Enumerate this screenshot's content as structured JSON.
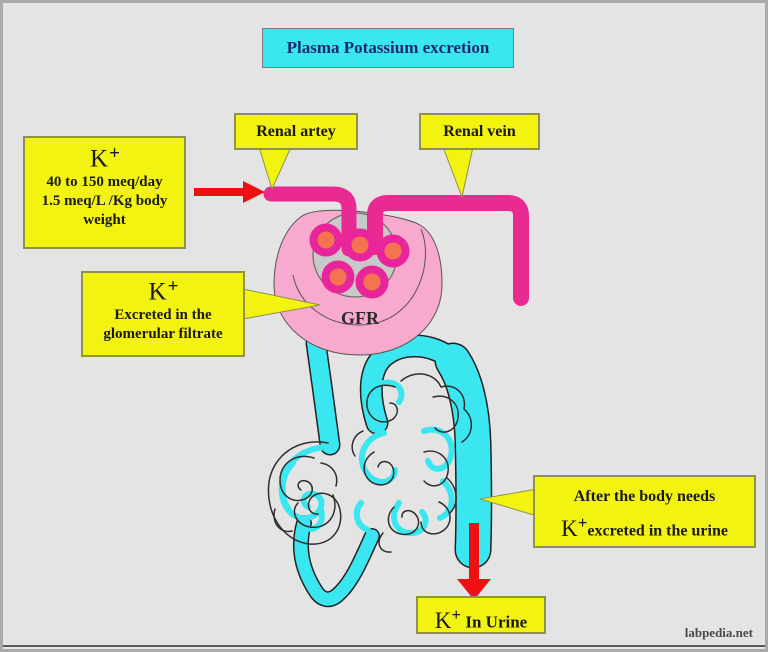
{
  "title": {
    "text": "Plasma Potassium excretion"
  },
  "callouts": {
    "renal_artery": {
      "label": "Renal artey"
    },
    "renal_vein": {
      "label": "Renal vein"
    },
    "intake": {
      "ion": "K",
      "sup": "+",
      "line1": "40 to 150 meq/day",
      "line2": "1.5 meq/L /Kg body",
      "line3": "weight"
    },
    "filtrate": {
      "ion": "K",
      "sup": "+",
      "line1": "Excreted in the",
      "line2": "glomerular filtrate"
    },
    "after_needs": {
      "line1": "After the body needs",
      "ion": "K",
      "sup": "+",
      "line2": "excreted in the urine"
    },
    "urine": {
      "ion": "K",
      "sup": "+",
      "label": "In Urine"
    }
  },
  "glomerulus": {
    "gfr_label": "GFR"
  },
  "watermark": "labpedia.net",
  "colors": {
    "background": "#e4e4e4",
    "vessel_magenta": "#e82a92",
    "capsule_pink": "#f8a9ce",
    "glomerulus_gray": "#c9c9c9",
    "capillary_fill": "#f4744f",
    "capillary_ring": "#e8259b",
    "tubule_cyan": "#3ae7f0",
    "label_yellow": "#f3f312",
    "title_cyan": "#3ae6ef",
    "arrow_red": "#ee1111",
    "title_text": "#1c2b6e"
  }
}
